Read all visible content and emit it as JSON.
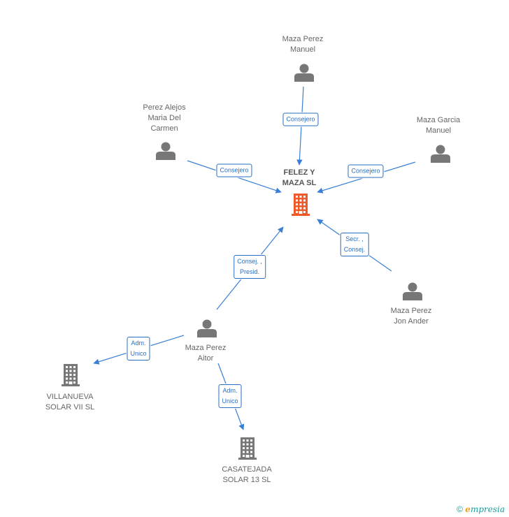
{
  "nodes": {
    "felez": {
      "lines": [
        "FELEZ Y",
        "MAZA SL"
      ],
      "type": "company-main"
    },
    "maza_perez_manuel": {
      "lines": [
        "Maza Perez",
        "Manuel"
      ],
      "type": "person"
    },
    "perez_alejos": {
      "lines": [
        "Perez Alejos",
        "Maria Del",
        "Carmen"
      ],
      "type": "person"
    },
    "maza_garcia": {
      "lines": [
        "Maza Garcia",
        "Manuel"
      ],
      "type": "person"
    },
    "maza_perez_jon": {
      "lines": [
        "Maza Perez",
        "Jon Ander"
      ],
      "type": "person"
    },
    "maza_perez_aitor": {
      "lines": [
        "Maza Perez",
        "Aitor"
      ],
      "type": "person"
    },
    "villanueva": {
      "lines": [
        "VILLANUEVA",
        "SOLAR VII SL"
      ],
      "type": "company"
    },
    "casatejada": {
      "lines": [
        "CASATEJADA",
        "SOLAR 13 SL"
      ],
      "type": "company"
    }
  },
  "edges": [
    {
      "id": "e1",
      "from": "maza_perez_manuel",
      "to": "felez",
      "label": [
        "Consejero"
      ]
    },
    {
      "id": "e2",
      "from": "perez_alejos",
      "to": "felez",
      "label": [
        "Consejero"
      ]
    },
    {
      "id": "e3",
      "from": "maza_garcia",
      "to": "felez",
      "label": [
        "Consejero"
      ]
    },
    {
      "id": "e4",
      "from": "maza_perez_jon",
      "to": "felez",
      "label": [
        "Secr. ,",
        "Consej."
      ]
    },
    {
      "id": "e5",
      "from": "maza_perez_aitor",
      "to": "felez",
      "label": [
        "Consej. ,",
        "Presid."
      ]
    },
    {
      "id": "e6",
      "from": "maza_perez_aitor",
      "to": "villanueva",
      "label": [
        "Adm.",
        "Unico"
      ]
    },
    {
      "id": "e7",
      "from": "maza_perez_aitor",
      "to": "casatejada",
      "label": [
        "Adm.",
        "Unico"
      ]
    }
  ],
  "footer": {
    "copyright_symbol": "©",
    "brand_initial": "e",
    "brand_rest": "mpresia"
  },
  "colors": {
    "edge": "#3a7fd5",
    "person_icon": "#777777",
    "company_icon": "#777777",
    "main_company_icon": "#f05a28",
    "label_border": "#2a6fc1"
  },
  "icons": {
    "person": "person-icon",
    "company": "building-icon"
  }
}
